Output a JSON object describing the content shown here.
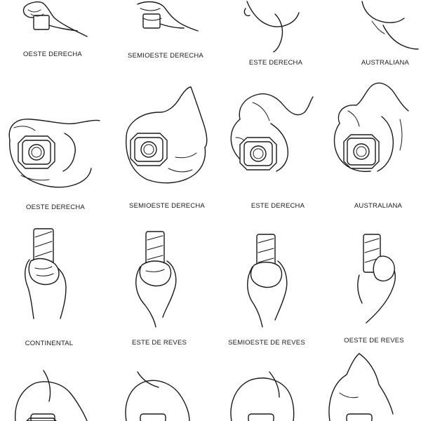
{
  "rows": [
    {
      "row_label": "top-grip-row",
      "captions": [
        "OESTE DERECHA",
        "SEMIOESTE DERECHA",
        "ESTE DERECHA",
        "AUSTRALIANA"
      ]
    },
    {
      "row_label": "end-view-row",
      "captions": [
        "OESTE DERECHA",
        "SEMIOESTE DERECHA",
        "ESTE DERECHA",
        "AUSTRALIANA"
      ]
    },
    {
      "row_label": "side-grip-row",
      "captions": [
        "CONTINENTAL",
        "ESTE DE REVES",
        "SEMIOESTE DE REVES",
        "OESTE DE REVES"
      ]
    }
  ],
  "icons": {
    "hand": "hand-gripping-racket-icon",
    "handle_end": "racket-handle-octagon-icon"
  }
}
